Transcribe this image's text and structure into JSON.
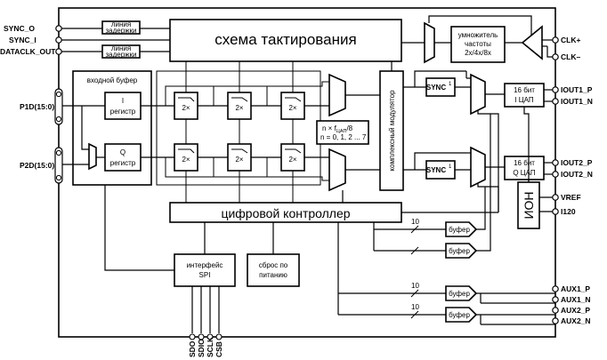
{
  "pins_left": {
    "sync_o": "SYNC_O",
    "sync_i": "SYNC_I",
    "dataclk_out": "DATACLK_OUT",
    "p1d": "P1D(15:0)",
    "p2d": "P2D(15:0)"
  },
  "pins_right": {
    "clk_p": "CLK+",
    "clk_n": "CLK–",
    "iout1_p": "IOUT1_P",
    "iout1_n": "IOUT1_N",
    "iout2_p": "IOUT2_P",
    "iout2_n": "IOUT2_N",
    "vref": "VREF",
    "i120": "I120",
    "aux1_p": "AUX1_P",
    "aux1_n": "AUX1_N",
    "aux2_p": "AUX2_P",
    "aux2_n": "AUX2_N"
  },
  "pins_bottom": [
    "SDO",
    "SDIO",
    "SCLK",
    "CSB"
  ],
  "blocks": {
    "clock_scheme": "схема тактирования",
    "delay_line_1": [
      "линия",
      "задержки"
    ],
    "delay_line_2": [
      "линия",
      "задержки"
    ],
    "multiplier": [
      "умножитель",
      "частоты",
      "2x/4x/8x"
    ],
    "input_buffer": "входной буфер",
    "i_register": [
      "I",
      "регистр"
    ],
    "q_register": [
      "Q",
      "регистр"
    ],
    "interp": "2×",
    "freq_note": [
      "n × f",
      "ЦАП",
      "/8",
      "n = 0, 1, 2 ... 7"
    ],
    "modulator": "комплексный модулятор",
    "sync1": "SYNC",
    "sync_sup": "1",
    "dac_i": [
      "16 бит",
      "I ЦАП"
    ],
    "dac_q": [
      "16 бит",
      "Q ЦАП"
    ],
    "ion": "ИОН",
    "digital_controller": "цифровой контроллер",
    "buffer": "буфер",
    "bus_width": "10",
    "spi": [
      "интерфейс",
      "SPI"
    ],
    "reset": [
      "сброс по",
      "питанию"
    ]
  }
}
